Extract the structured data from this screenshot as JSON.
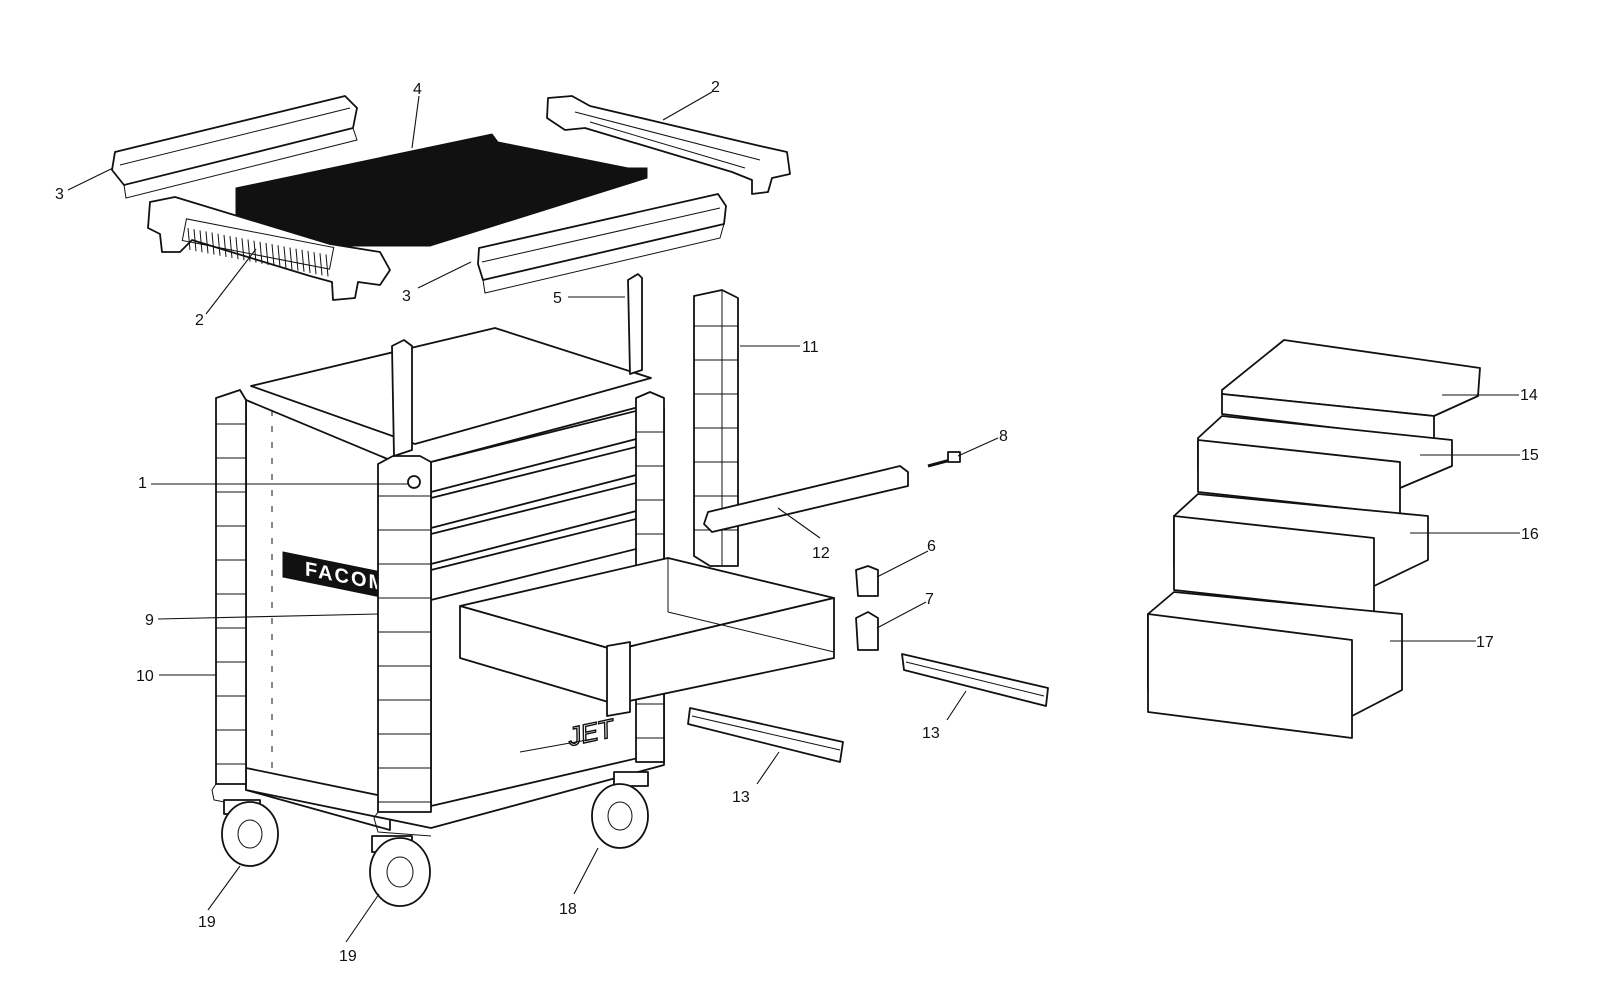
{
  "diagram": {
    "brand_text": "FACOM",
    "model_text": "JET",
    "callouts": [
      "1",
      "2",
      "2",
      "3",
      "3",
      "4",
      "5",
      "6",
      "7",
      "8",
      "9",
      "10",
      "11",
      "12",
      "13",
      "13",
      "14",
      "15",
      "16",
      "17",
      "18",
      "19",
      "19"
    ]
  }
}
